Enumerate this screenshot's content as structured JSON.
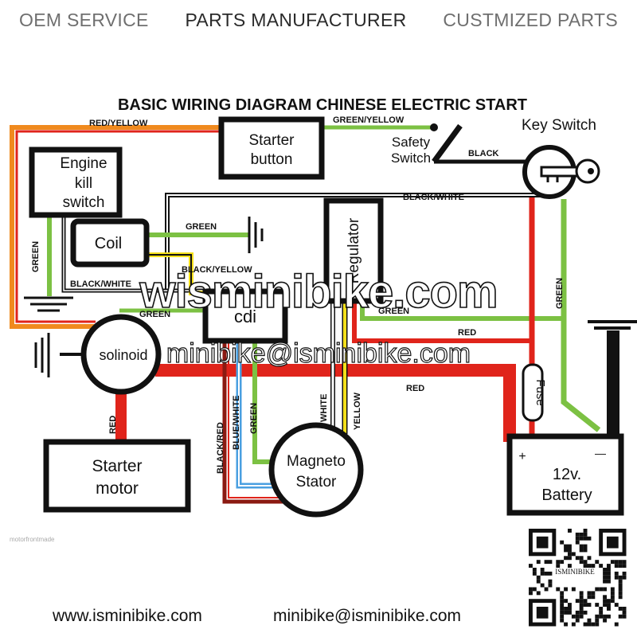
{
  "header": {
    "oem": "OEM SERVICE",
    "parts": "PARTS MANUFACTURER",
    "custom": "CUSTMIZED PARTS"
  },
  "diagram": {
    "title": "BASIC WIRING DIAGRAM CHINESE ELECTRIC START",
    "components": {
      "starter_button": [
        "Starter",
        "button"
      ],
      "key_switch": "Key Switch",
      "safety_switch": [
        "Safety",
        "Switch"
      ],
      "engine_kill": [
        "Engine",
        "kill",
        "switch"
      ],
      "coil": "Coil",
      "regulator": "Regulator",
      "cdi": "cdi",
      "solenoid": "solinoid",
      "fuse": "Fuse",
      "starter_motor": [
        "Starter",
        "motor"
      ],
      "magneto": [
        "Magneto",
        "Stator"
      ],
      "battery": [
        "12v.",
        "Battery"
      ],
      "battery_plus": "+",
      "battery_minus": "—"
    },
    "wire_labels": {
      "red_yellow": "RED/YELLOW",
      "green_yellow": "GREEN/YELLOW",
      "black": "BLACK",
      "black_white_top": "BLACK/WHITE",
      "green_coil": "GREEN",
      "black_yellow": "BLACK/YELLOW",
      "black_white_left": "BLACK/WHITE",
      "green_left": "GREEN",
      "green_cdi": "GREEN",
      "green_reg": "GREEN",
      "red_reg": "RED",
      "red_main": "RED",
      "red_starter": "RED",
      "green_right": "GREEN",
      "black_red": "BLACK/RED",
      "blue_white": "BLUE/WHITE",
      "green_stator": "GREEN",
      "white": "WHITE",
      "yellow": "YELLOW"
    },
    "watermark_domain": "isminibike.com",
    "watermark_email": "minibike@isminibike.com",
    "small_caption": "motorfrontmade",
    "qr_label": "ISMINIBIKE"
  },
  "footer": {
    "website": "www.isminibike.com",
    "email": "minibike@isminibike.com"
  },
  "colors": {
    "red": "#e0241b",
    "green": "#7cc143",
    "yellow": "#f5e01a",
    "orange": "#f08a1e",
    "blue": "#4a9fe0",
    "darkred": "#8b1a12",
    "black": "#111111"
  }
}
